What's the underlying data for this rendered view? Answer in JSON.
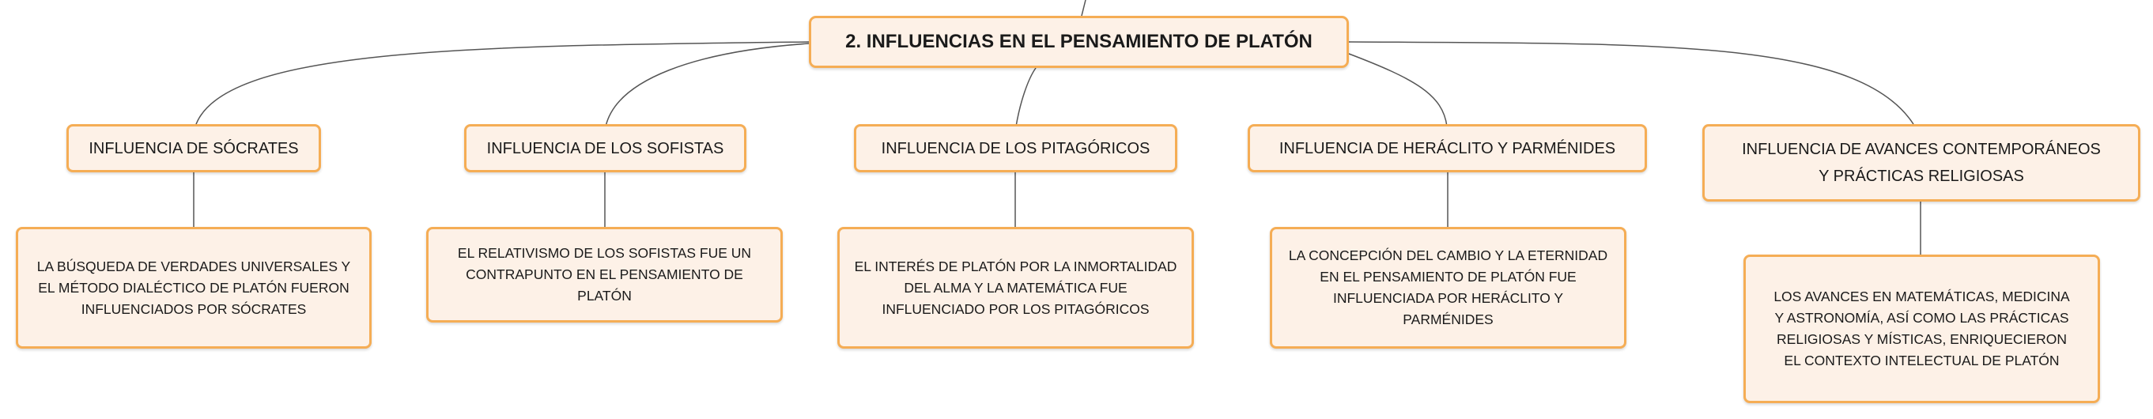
{
  "root": {
    "label": "2. INFLUENCIAS EN EL PENSAMIENTO DE PLATÓN"
  },
  "branches": [
    {
      "title": "INFLUENCIA DE SÓCRATES",
      "detail": "LA BÚSQUEDA DE VERDADES UNIVERSALES Y EL MÉTODO DIALÉCTICO DE PLATÓN FUERON INFLUENCIADOS POR SÓCRATES"
    },
    {
      "title": "INFLUENCIA DE LOS SOFISTAS",
      "detail": "EL RELATIVISMO DE LOS SOFISTAS FUE UN CONTRAPUNTO EN EL PENSAMIENTO DE PLATÓN"
    },
    {
      "title": "INFLUENCIA DE LOS PITAGÓRICOS",
      "detail": "EL INTERÉS DE PLATÓN POR LA INMORTALIDAD DEL ALMA Y LA MATEMÁTICA FUE INFLUENCIADO POR LOS PITAGÓRICOS"
    },
    {
      "title": "INFLUENCIA DE HERÁCLITO Y PARMÉNIDES",
      "detail": "LA CONCEPCIÓN DEL CAMBIO Y LA ETERNIDAD EN EL PENSAMIENTO DE PLATÓN FUE INFLUENCIADA POR HERÁCLITO Y PARMÉNIDES"
    },
    {
      "title": "INFLUENCIA DE AVANCES CONTEMPORÁNEOS Y PRÁCTICAS RELIGIOSAS",
      "detail": "LOS AVANCES EN MATEMÁTICAS, MEDICINA Y ASTRONOMÍA, ASÍ COMO LAS PRÁCTICAS RELIGIOSAS Y MÍSTICAS, ENRIQUECIERON EL CONTEXTO INTELECTUAL DE PLATÓN"
    }
  ],
  "colors": {
    "node_fill": "#fdf1e7",
    "node_border": "#f5ad55",
    "connector": "#555555"
  }
}
